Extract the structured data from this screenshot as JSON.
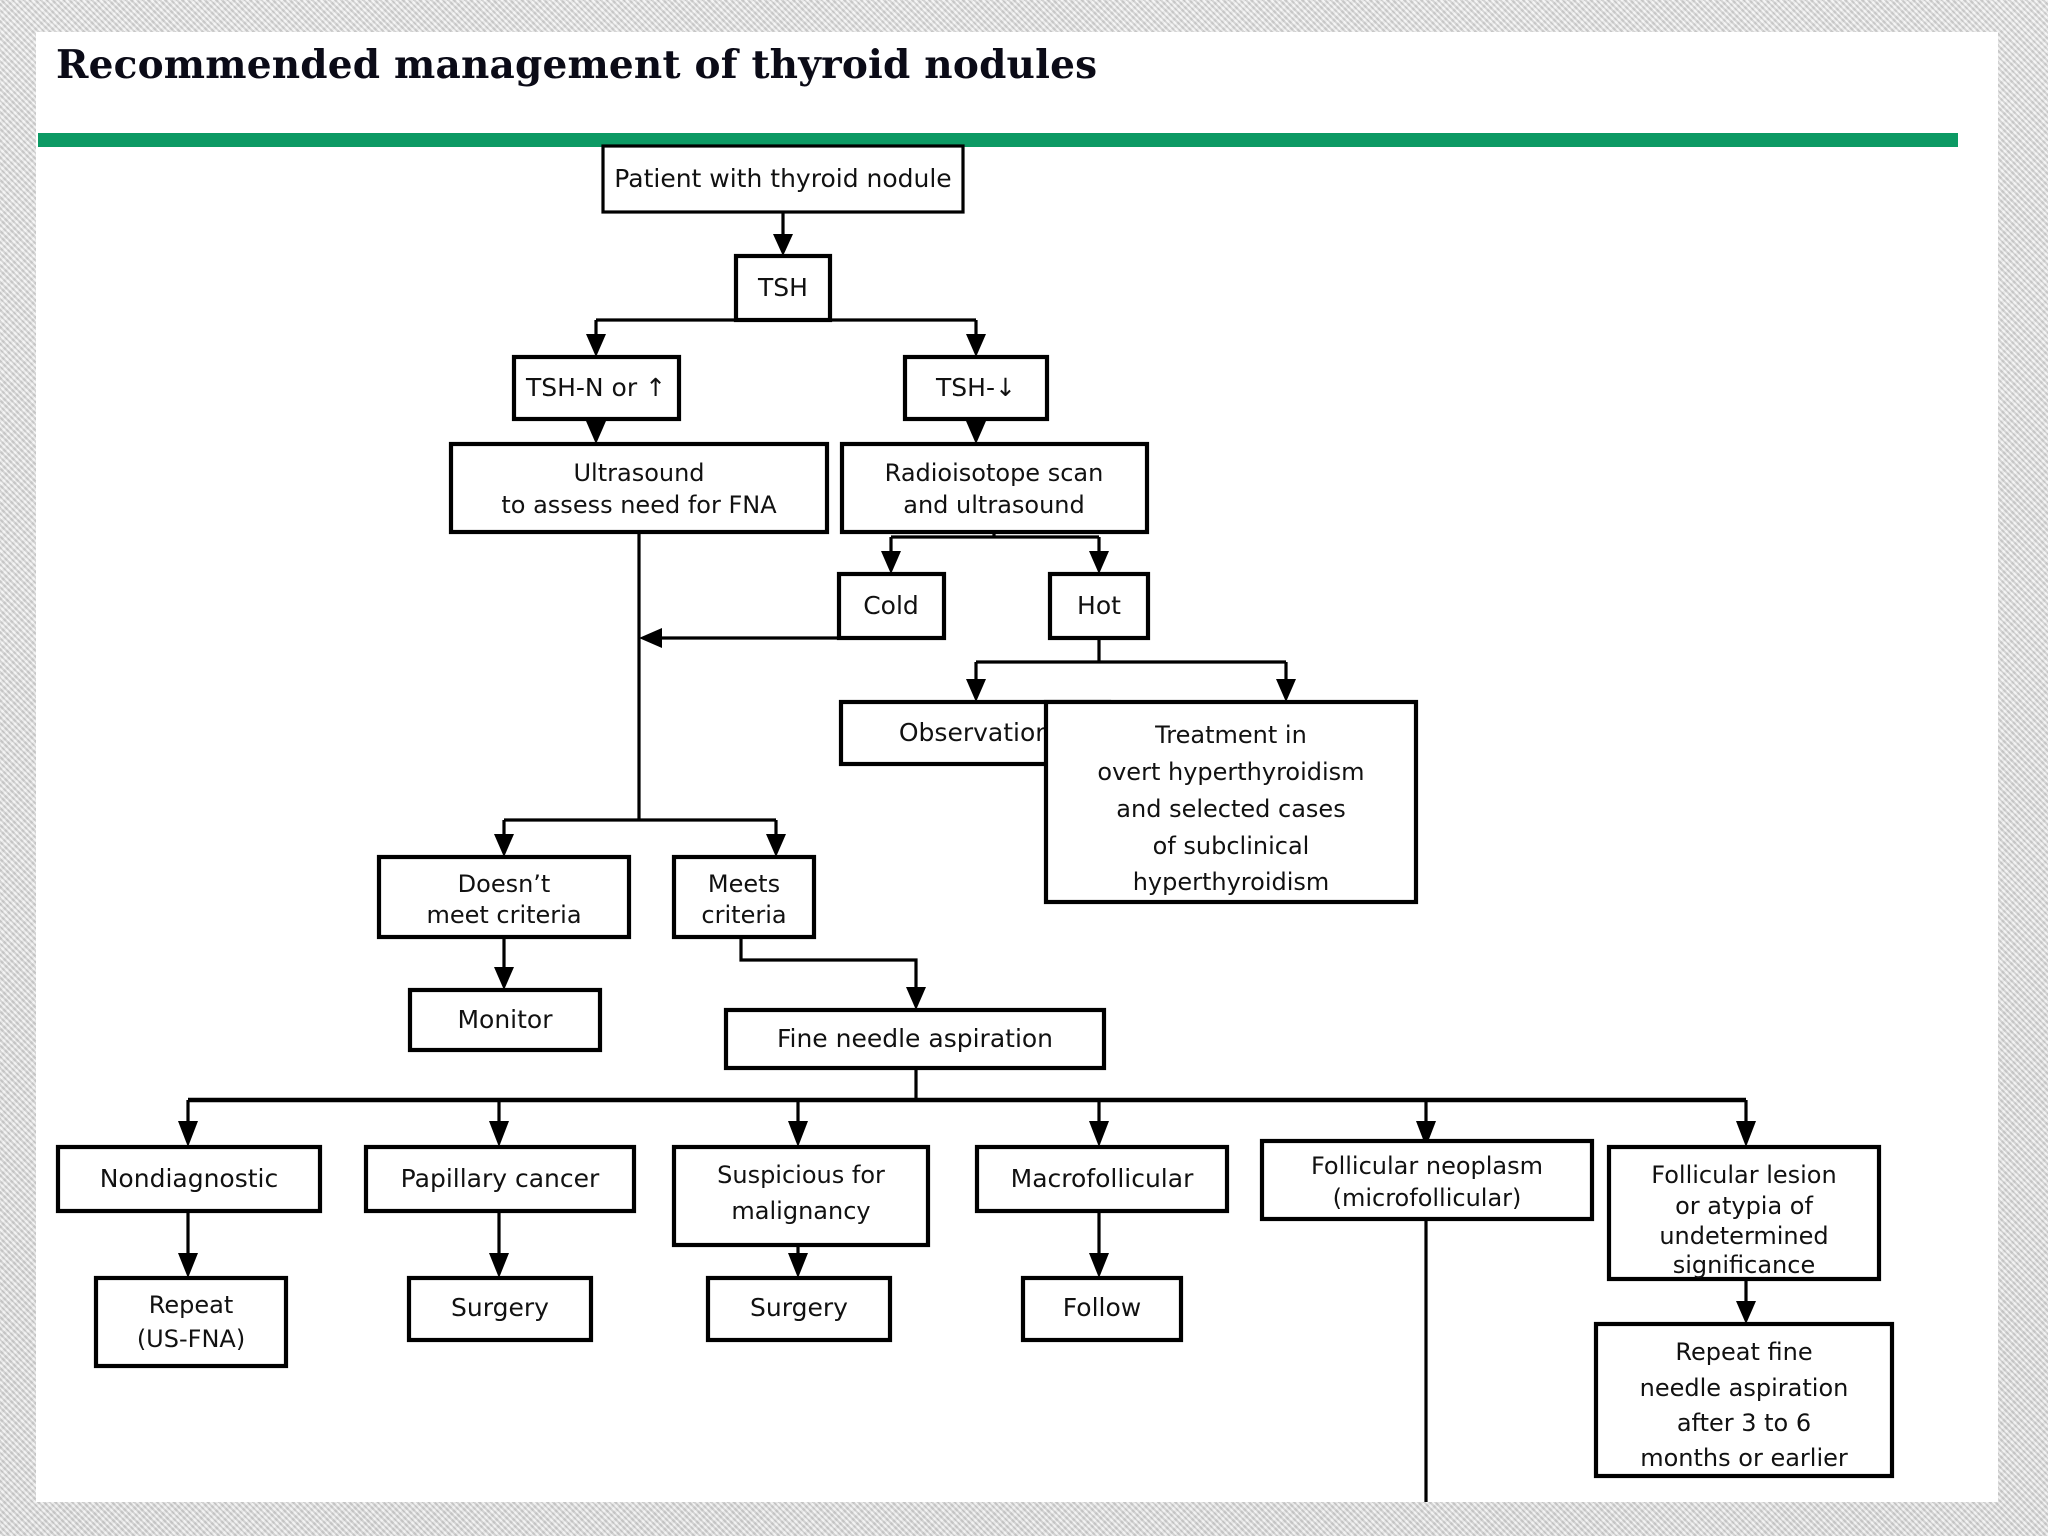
{
  "page": {
    "title": "Recommended management of thyroid nodules",
    "accent_color": "#0c9a64",
    "card_color": "#ffffff",
    "background_color": "#d6d6d6",
    "line_color": "#000000"
  },
  "flowchart": {
    "type": "diagram",
    "nodes": {
      "patient": {
        "label": "Patient with thyroid nodule"
      },
      "tsh": {
        "label": "TSH"
      },
      "tsh_normal": {
        "label": "TSH-N or ↑"
      },
      "tsh_low": {
        "label": "TSH-↓"
      },
      "ultrasound_l1": {
        "label": "Ultrasound"
      },
      "ultrasound_l2": {
        "label": "to assess need for FNA"
      },
      "radio_l1": {
        "label": "Radioisotope scan"
      },
      "radio_l2": {
        "label": "and ultrasound"
      },
      "cold": {
        "label": "Cold"
      },
      "hot": {
        "label": "Hot"
      },
      "no_criteria_l1": {
        "label": "Doesn’t"
      },
      "no_criteria_l2": {
        "label": "meet criteria"
      },
      "meets_l1": {
        "label": "Meets"
      },
      "meets_l2": {
        "label": "criteria"
      },
      "monitor": {
        "label": "Monitor"
      },
      "observation": {
        "label": "Observation"
      },
      "treatment_l1": {
        "label": "Treatment in"
      },
      "treatment_l2": {
        "label": "overt hyperthyroidism"
      },
      "treatment_l3": {
        "label": "and selected cases"
      },
      "treatment_l4": {
        "label": "of subclinical"
      },
      "treatment_l5": {
        "label": "hyperthyroidism"
      },
      "fna": {
        "label": "Fine needle aspiration"
      },
      "nondiagnostic": {
        "label": "Nondiagnostic"
      },
      "papillary": {
        "label": "Papillary cancer"
      },
      "suspicious_l1": {
        "label": "Suspicious for"
      },
      "suspicious_l2": {
        "label": "malignancy"
      },
      "macro": {
        "label": "Macrofollicular"
      },
      "folneo_l1": {
        "label": "Follicular neoplasm"
      },
      "folneo_l2": {
        "label": "(microfollicular)"
      },
      "follesion_l1": {
        "label": "Follicular lesion"
      },
      "follesion_l2": {
        "label": "or atypia of"
      },
      "follesion_l3": {
        "label": "undetermined"
      },
      "follesion_l4": {
        "label": "significance"
      },
      "repeat_usfna_l1": {
        "label": "Repeat"
      },
      "repeat_usfna_l2": {
        "label": "(US-FNA)"
      },
      "surgery_papillary": {
        "label": "Surgery"
      },
      "surgery_suspicious": {
        "label": "Surgery"
      },
      "follow": {
        "label": "Follow"
      },
      "repeat_fna_l1": {
        "label": "Repeat fine"
      },
      "repeat_fna_l2": {
        "label": "needle aspiration"
      },
      "repeat_fna_l3": {
        "label": "after 3 to 6"
      },
      "repeat_fna_l4": {
        "label": "months or earlier"
      }
    },
    "edges": [
      {
        "from": "patient",
        "to": "tsh"
      },
      {
        "from": "tsh",
        "to": "tsh_normal"
      },
      {
        "from": "tsh",
        "to": "tsh_low"
      },
      {
        "from": "tsh_normal",
        "to": "ultrasound"
      },
      {
        "from": "tsh_low",
        "to": "radioisotope"
      },
      {
        "from": "radioisotope",
        "to": "cold"
      },
      {
        "from": "radioisotope",
        "to": "hot"
      },
      {
        "from": "cold",
        "to": "ultrasound-branch"
      },
      {
        "from": "ultrasound",
        "to": "no_criteria"
      },
      {
        "from": "ultrasound",
        "to": "meets_criteria"
      },
      {
        "from": "no_criteria",
        "to": "monitor"
      },
      {
        "from": "meets_criteria",
        "to": "fna"
      },
      {
        "from": "hot",
        "to": "observation"
      },
      {
        "from": "hot",
        "to": "treatment"
      },
      {
        "from": "fna",
        "to": "nondiagnostic"
      },
      {
        "from": "fna",
        "to": "papillary"
      },
      {
        "from": "fna",
        "to": "suspicious"
      },
      {
        "from": "fna",
        "to": "macrofollicular"
      },
      {
        "from": "fna",
        "to": "follicular_neoplasm"
      },
      {
        "from": "fna",
        "to": "follicular_lesion"
      },
      {
        "from": "nondiagnostic",
        "to": "repeat_usfna"
      },
      {
        "from": "papillary",
        "to": "surgery_papillary"
      },
      {
        "from": "suspicious",
        "to": "surgery_suspicious"
      },
      {
        "from": "macrofollicular",
        "to": "follow"
      },
      {
        "from": "follicular_lesion",
        "to": "repeat_fna"
      }
    ]
  }
}
